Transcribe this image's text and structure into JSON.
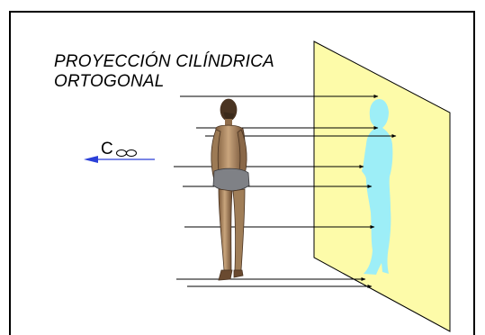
{
  "title": {
    "line1": "PROYECCIÓN CILÍNDRICA",
    "line2": "ORTOGONAL"
  },
  "center_label": "C",
  "center_symbol": "∞",
  "colors": {
    "plane_fill": "#fdfba9",
    "plane_stroke": "#000000",
    "projection_fill": "#9deef7",
    "arrow_center": "#2a3fd8",
    "ray": "#000000",
    "figure_skin": "#b7936a",
    "figure_dark": "#4a3422",
    "cloth": "#7f8186"
  },
  "icons": {
    "center_arrow": "left-arrow-icon",
    "figure": "human-figure-icon"
  }
}
